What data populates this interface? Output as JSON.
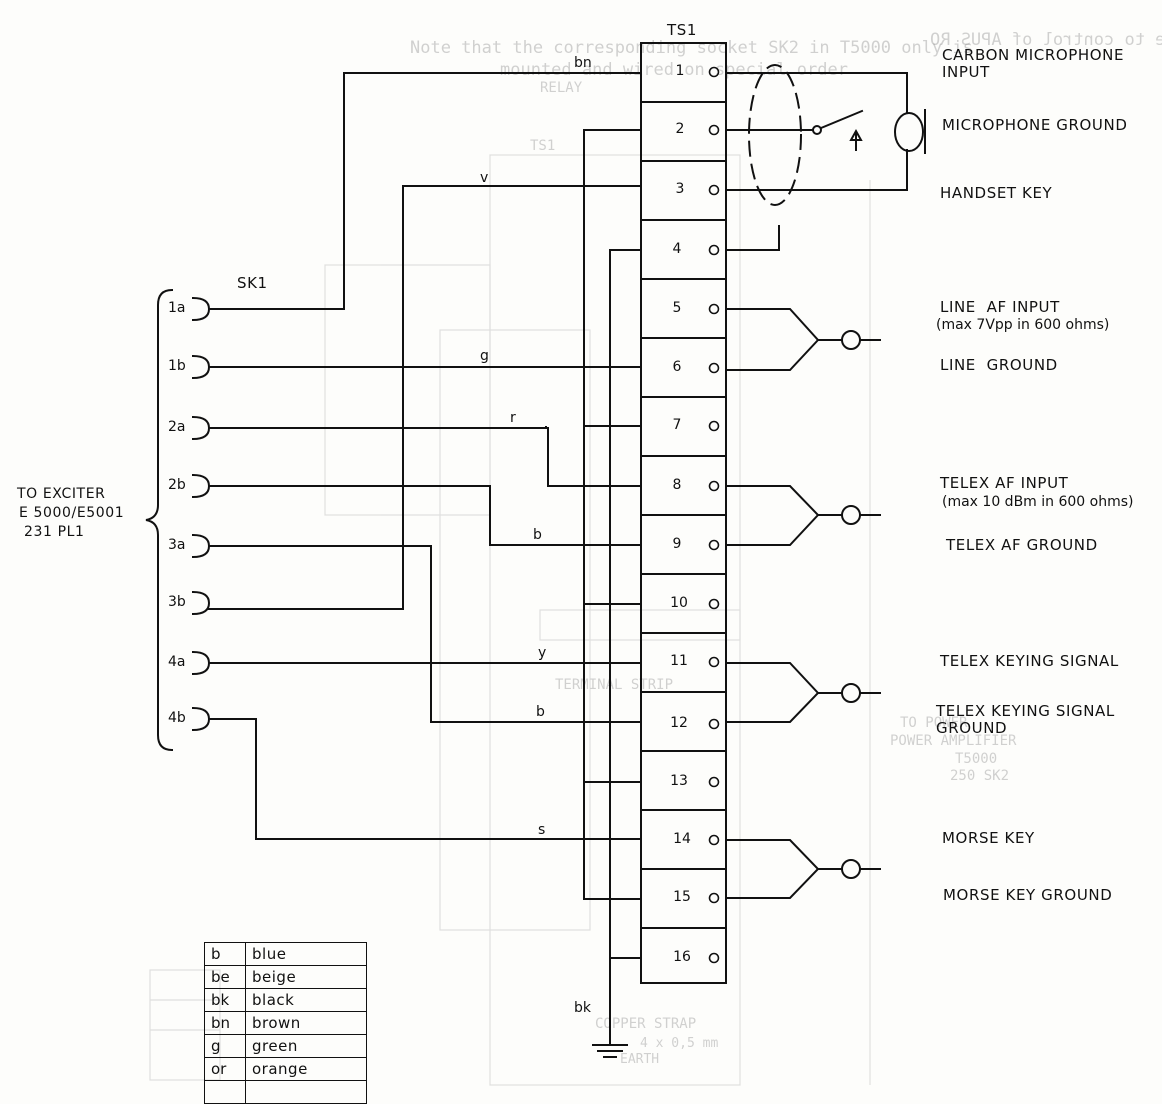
{
  "ghost": {
    "top_line1": "To be used for example to control of APUS RO",
    "top_line2": "Note that the corresponding socket SK2 in T5000 only is",
    "top_line3": "mounted and wired on special order",
    "relay": "RELAY",
    "ts1": "TS1",
    "terminal_strip": "TERMINAL STRIP",
    "copper_strap": "COPPER STRAP",
    "copper_dim": "4 x 0,5 mm",
    "earth": "EARTH",
    "amp1": "TO POWER",
    "amp2": "POWER AMPLIFIER",
    "amp3": "T5000",
    "amp4": "250 SK2"
  },
  "strip": {
    "title": "TS1",
    "terminals": [
      "1",
      "2",
      "3",
      "4",
      "5",
      "6",
      "7",
      "8",
      "9",
      "10",
      "11",
      "12",
      "13",
      "14",
      "15",
      "16"
    ]
  },
  "connector": {
    "name": "SK1",
    "pins": [
      "1a",
      "1b",
      "2a",
      "2b",
      "3a",
      "3b",
      "4a",
      "4b"
    ],
    "destination_line1": "TO EXCITER",
    "destination_line2": "E 5000/E5001",
    "destination_line3": "231 PL1"
  },
  "wires": {
    "bn": "bn",
    "v": "v",
    "g": "g",
    "r": "r",
    "b1": "b",
    "y": "y",
    "b2": "b",
    "s": "s",
    "bk": "bk"
  },
  "signals": {
    "carbon_mic": "CARBON MICROPHONE\nINPUT",
    "mic_ground": "MICROPHONE GROUND",
    "handset_key": "HANDSET KEY",
    "line_af_input": "LINE  AF INPUT",
    "line_af_note": "(max 7Vpp in 600 ohms)",
    "line_ground": "LINE  GROUND",
    "telex_af_input": "TELEX AF INPUT",
    "telex_af_note": "(max 10 dBm in 600 ohms)",
    "telex_af_ground": "TELEX AF GROUND",
    "telex_keying": "TELEX KEYING SIGNAL",
    "telex_keying_ground": "TELEX KEYING SIGNAL\nGROUND",
    "morse_key": "MORSE KEY",
    "morse_key_ground": "MORSE KEY GROUND"
  },
  "legend": [
    {
      "code": "b",
      "name": "blue"
    },
    {
      "code": "be",
      "name": "beige"
    },
    {
      "code": "bk",
      "name": "black"
    },
    {
      "code": "bn",
      "name": "brown"
    },
    {
      "code": "g",
      "name": "green"
    },
    {
      "code": "or",
      "name": "orange"
    },
    {
      "code": "",
      "name": ""
    }
  ]
}
